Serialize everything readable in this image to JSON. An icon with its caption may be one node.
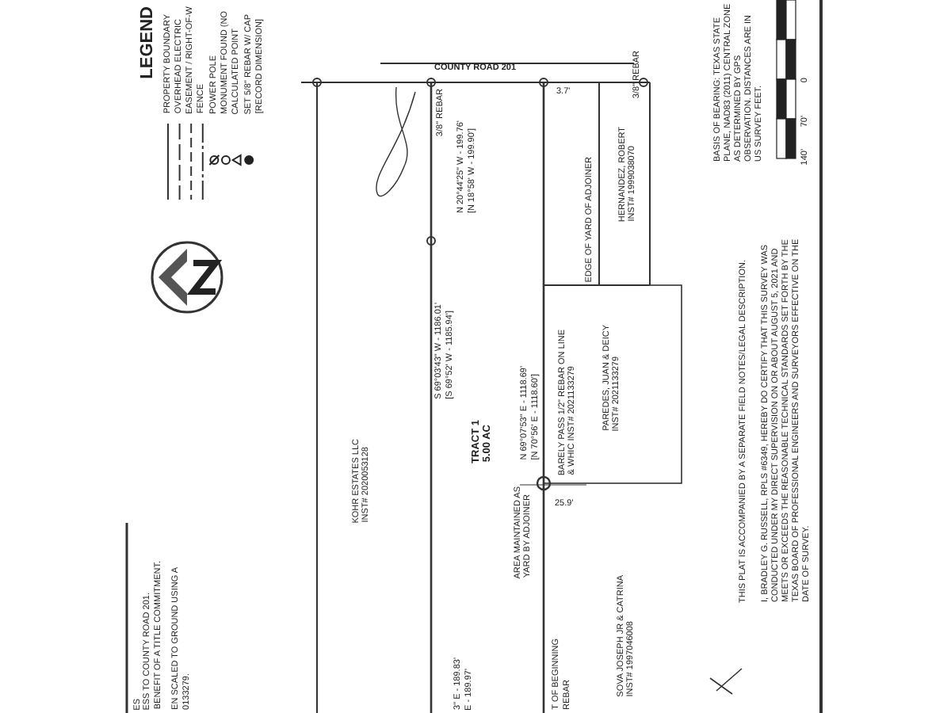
{
  "diagram": {
    "labels": [
      "LEGEND",
      "COUNTY ROAD 201",
      "3/8\" REBAR",
      "3.7'",
      "3/8\" REBAR",
      "N 20°44'25\" W - 199.76'",
      "[N 18°58' W - 199.90']",
      "EDGE OF YARD OF ADJOINER",
      "HERNANDEZ, ROBERT",
      "INST# 1999038070",
      "BASIS OF BEARING: TEXAS STATE PLANE, NAD83 (2011) CENTRAL ZONE AS DETERMINED BY GPS OBSERVATION. DISTANCES ARE IN US SURVEY FEET.",
      "0",
      "70'",
      "140'",
      "KOHR ESTATES LLC",
      "INST# 2020053128",
      "S 69°03'43\" W - 1186.01'",
      "[S 69°52' W - 1185.94']",
      "TRACT 1",
      "5.00 AC",
      "N 69°07'53\" E - 1118.69'",
      "[N 70°56' E - 1118.60']",
      "BARELY PASS 1/2\" REBAR ON LINE",
      "& WHIC INST# 2021133279",
      "PAREDES, JUAN & DEICY",
      "INST# 2021133279",
      "25.9'",
      "AREA MAINTAINED AS",
      "YARD BY ADJOINER",
      "SOVA JOSEPH JR & CATRINA",
      "INST# 1997046008",
      "3\" E - 189.83'",
      "E - 189.97'",
      "T OF BEGINNING",
      "REBAR",
      "THIS PLAT IS ACCOMPANIED BY A SEPARATE FIELD NOTES/LEGAL DESCRIPTION.",
      "I, BRADLEY G. RUSSELL, RPLS #6349, HEREBY DO CERTIFY THAT THIS SURVEY WAS CONDUCTED UNDER MY DIRECT SUPERVISION ON OR ABOUT AUGUST 5, 2021 AND MEETS OR EXCEEDS THE REASONABLE TECHNICAL STANDARDS SET FORTH BY THE TEXAS BOARD OF PROFESSIONAL ENGINEERS AND SURVEYORS EFFECTIVE ON THE DATE OF SURVEY.",
      "ES",
      "ESS TO COUNTY ROAD 201.",
      "BENEFIT OF A TITLE COMMITMENT.",
      "EN SCALED TO GROUND USING A",
      "0133279."
    ],
    "legend": [
      {
        "text": "PROPERTY BOUNDARY"
      },
      {
        "text": "OVERHEAD ELECTRIC"
      },
      {
        "text": "EASEMENT / RIGHT-OF-W"
      },
      {
        "text": "FENCE"
      },
      {
        "text": "POWER POLE"
      },
      {
        "text": "MONUMENT FOUND (NO"
      },
      {
        "text": "CALCULATED POINT"
      },
      {
        "text": "SET 5/8\" REBAR W/ CAP"
      },
      {
        "text": "[RECORD DIMENSION]"
      }
    ]
  }
}
